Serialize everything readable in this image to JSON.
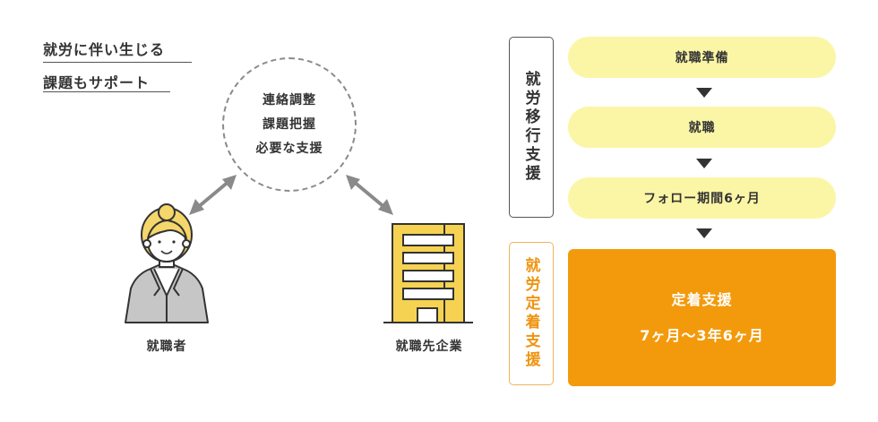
{
  "heading": {
    "line1": "就労に伴い生じる",
    "line2": "課題もサポート"
  },
  "support_circle": {
    "items": [
      "連絡調整",
      "課題把握",
      "必要な支援"
    ]
  },
  "people": {
    "job_seeker_label": "就職者",
    "employer_label": "就職先企業"
  },
  "left_label": "就労移行支援",
  "right_label": "就労定着支援",
  "flow": {
    "steps": [
      "就職準備",
      "就職",
      "フォロー期間6ヶ月"
    ],
    "final_title": "定着支援",
    "final_period": "7ヶ月〜3年6ヶ月"
  },
  "colors": {
    "pill_yellow": "#fbf6a6",
    "accent_orange": "#f39a0c",
    "building_yellow": "#f5d251"
  }
}
